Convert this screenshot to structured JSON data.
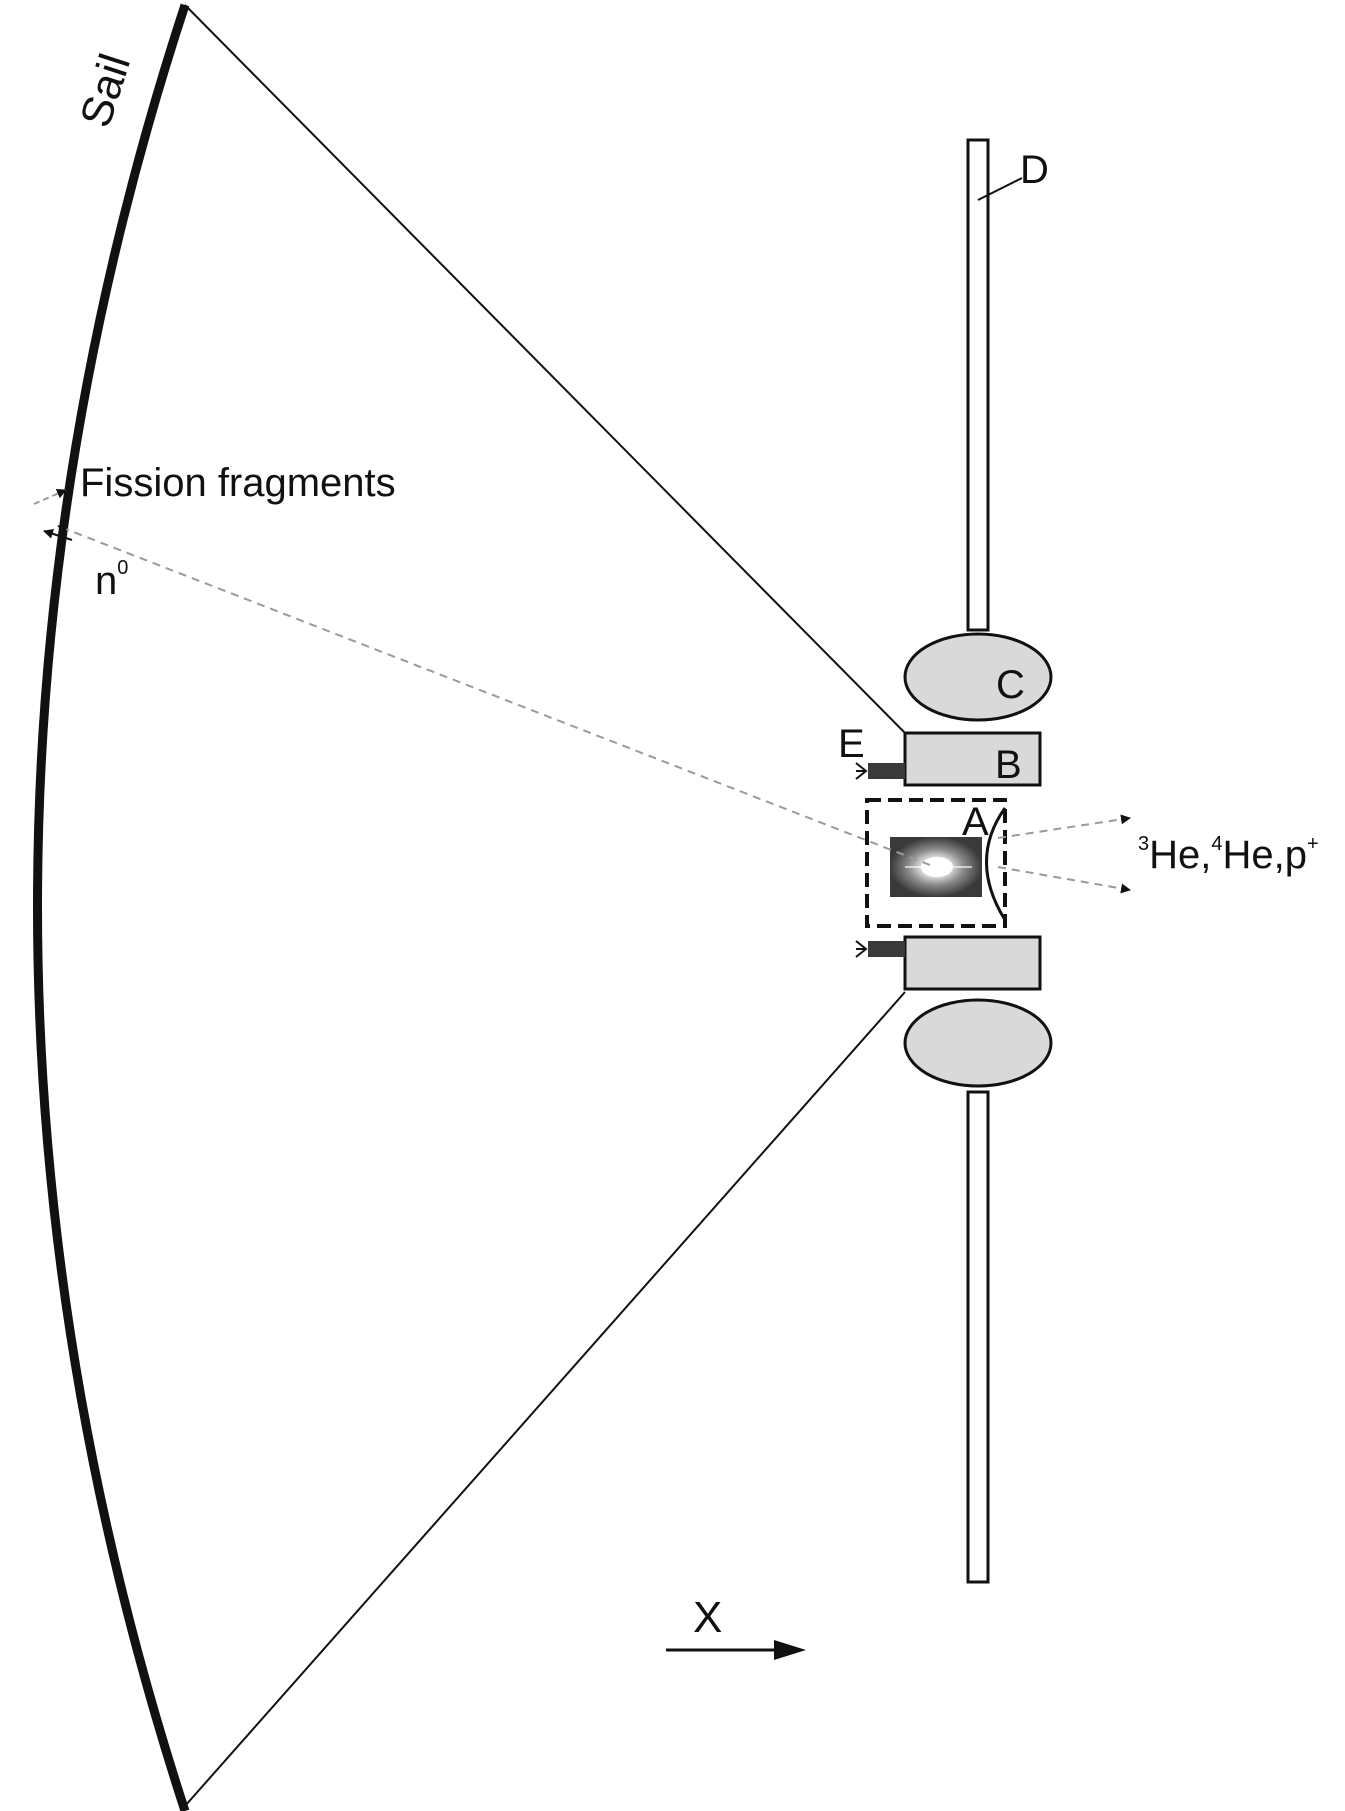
{
  "labels": {
    "sail": "Sail",
    "D": "D",
    "C": "C",
    "B": "B",
    "E": "E",
    "A": "A",
    "fission_fragments": "Fission fragments",
    "neutron": "n",
    "neutron_sup": "0",
    "products_he3_sup": "3",
    "products_he3": "He,",
    "products_he4_sup": "4",
    "products_he4": "He,p",
    "products_p_sup": "+",
    "x_axis": "X"
  },
  "colors": {
    "line": "#111111",
    "component_fill": "#d9d9d9",
    "dashed_ray": "#9a9a9a",
    "plasma_core": "#ffffff",
    "plasma_bg": "#4a4a4a"
  },
  "icons": {
    "x_direction": "right-arrow-icon",
    "plasma": "plasma-flash-icon"
  }
}
